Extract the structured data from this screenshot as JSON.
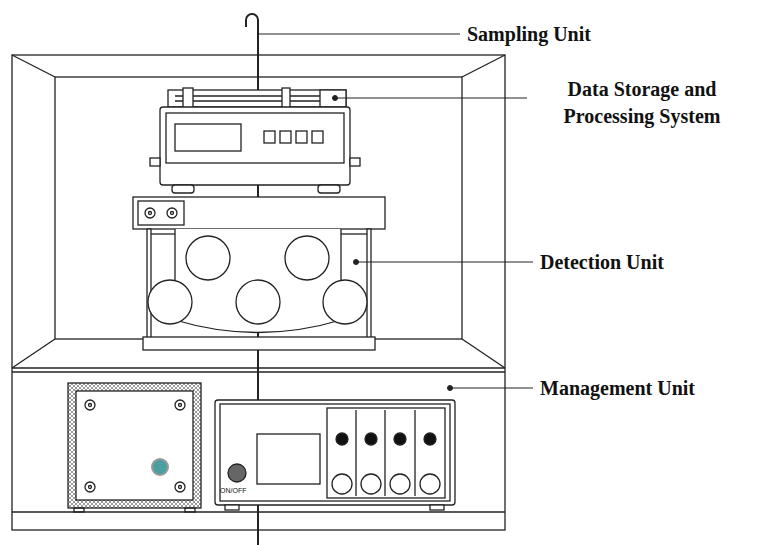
{
  "diagram": {
    "labels": [
      "Sampling Unit",
      "Data Storage and Processing System",
      "Detection Unit",
      "Management Unit",
      "ON/OFF"
    ]
  }
}
